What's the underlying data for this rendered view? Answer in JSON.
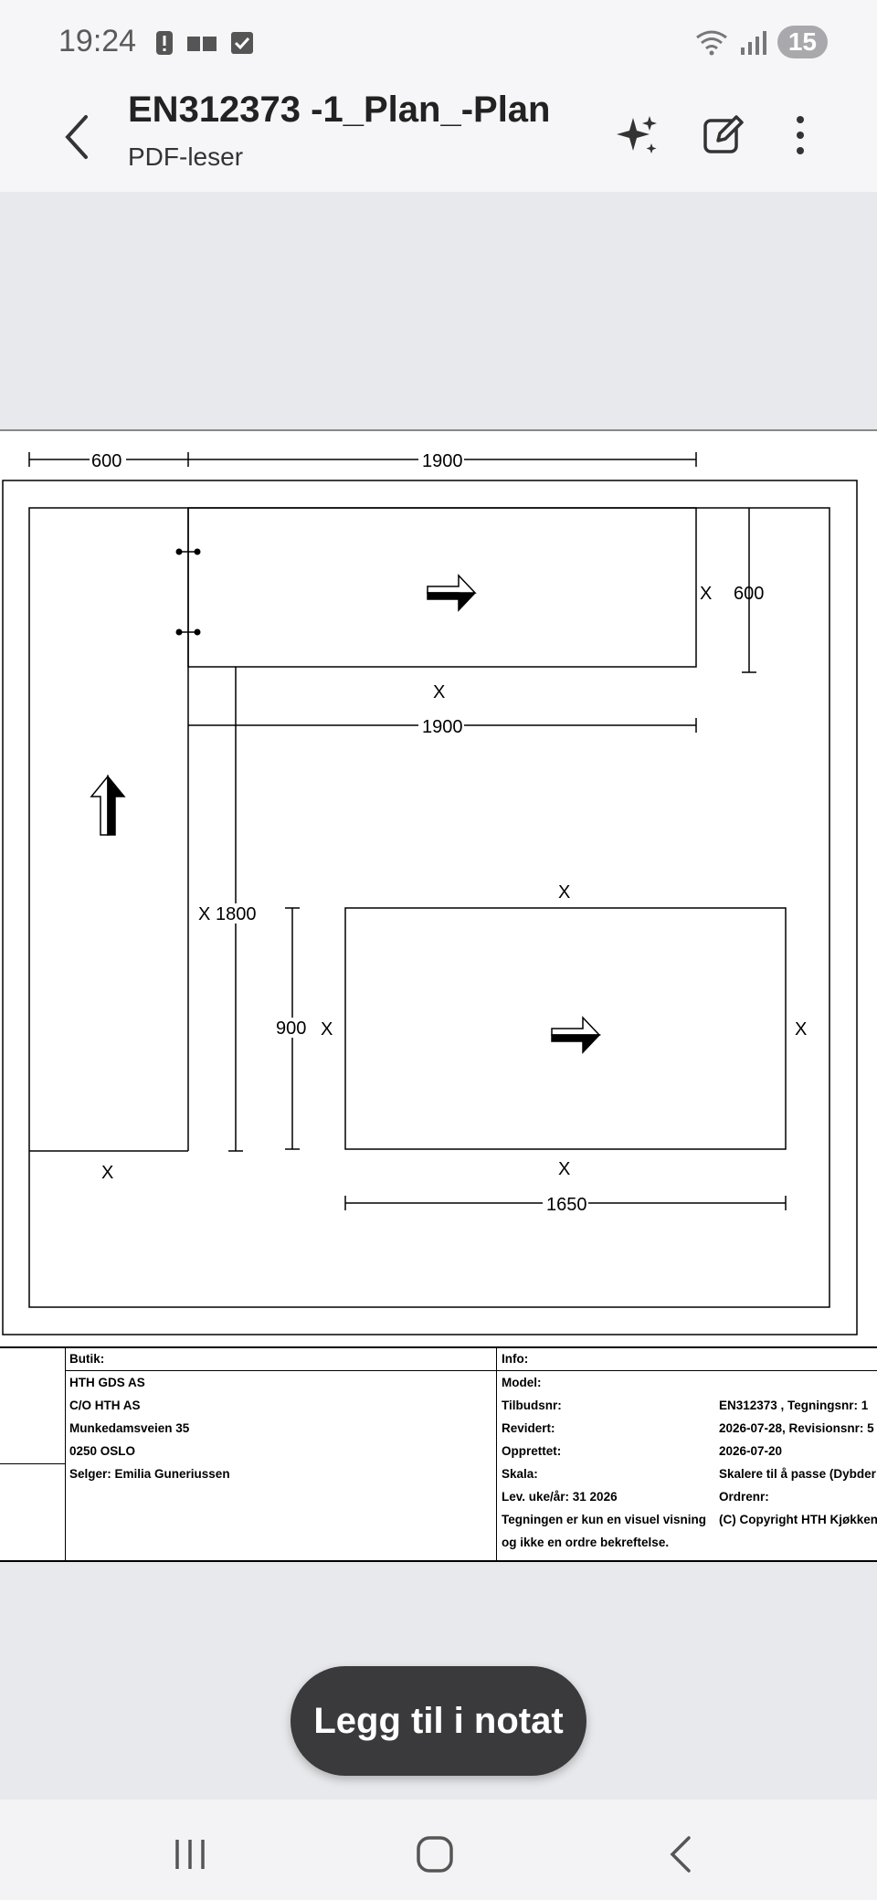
{
  "status_bar": {
    "time": "19:24",
    "battery_badge": "15",
    "icons": [
      "alert-icon",
      "media-icon",
      "check-icon",
      "wifi-icon",
      "signal-icon"
    ]
  },
  "app_bar": {
    "title": "EN312373  -1_Plan_-Plan",
    "subtitle": "PDF-leser"
  },
  "drawing": {
    "dims": {
      "top_left": "600",
      "top_right": "1900",
      "right_600": "600",
      "middle_1900": "1900",
      "left_1800": "1800",
      "left_900": "900",
      "bottom_1650": "1650"
    },
    "x_mark": "X"
  },
  "info": {
    "butik_label": "Butik:",
    "store_lines": [
      "HTH GDS AS",
      "C/O HTH AS",
      "Munkedamsveien 35",
      "0250 OSLO",
      "Selger: Emilia Guneriussen"
    ],
    "info_label": "Info:",
    "labels": [
      "Model:",
      "Tilbudsnr:",
      "Revidert:",
      "Opprettet:",
      "Skala:",
      "Lev. uke/år: 31 2026",
      "Tegningen er kun en visuel visning",
      "og ikke en ordre bekreftelse."
    ],
    "values": [
      "",
      "EN312373  , Tegningsnr: 1",
      "2026-07-28, Revisionsnr: 5",
      "2026-07-20",
      "Skalere til å passe (Dybder",
      "Ordrenr:",
      "(C) Copyright HTH Kjøkken"
    ]
  },
  "fab_label": "Legg til i notat",
  "nav": [
    "recent-apps",
    "home",
    "back"
  ]
}
